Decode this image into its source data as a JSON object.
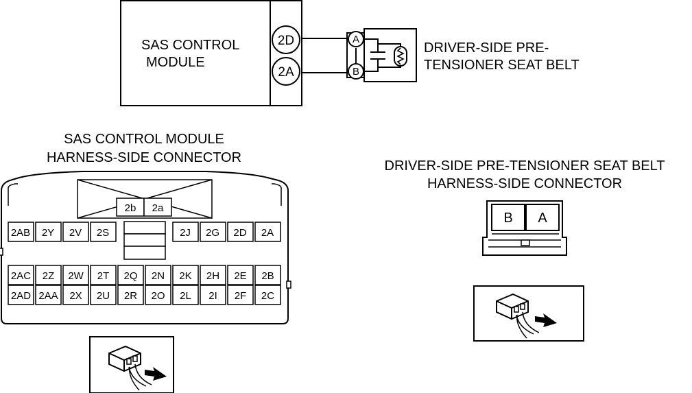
{
  "wiring": {
    "module_name_line1": "SAS CONTROL",
    "module_name_line2": "MODULE",
    "module_terminals": [
      "2D",
      "2A"
    ],
    "belt_terminals": [
      "A",
      "B"
    ],
    "belt_name_line1": "DRIVER-SIDE PRE-",
    "belt_name_line2": "TENSIONER SEAT BELT"
  },
  "module_connector": {
    "title_line1": "SAS CONTROL MODULE",
    "title_line2": "HARNESS-SIDE CONNECTOR",
    "top_pins": [
      "2b",
      "2a"
    ],
    "row1_left": [
      "2AB",
      "2Y",
      "2V",
      "2S"
    ],
    "row1_right": [
      "2J",
      "2G",
      "2D",
      "2A"
    ],
    "row2": [
      "2AC",
      "2Z",
      "2W",
      "2T",
      "2Q",
      "2N",
      "2K",
      "2H",
      "2E",
      "2B"
    ],
    "row3": [
      "2AD",
      "2AA",
      "2X",
      "2U",
      "2R",
      "2O",
      "2L",
      "2I",
      "2F",
      "2C"
    ]
  },
  "belt_connector": {
    "title_line1": "DRIVER-SIDE PRE-TENSIONER SEAT BELT",
    "title_line2": "HARNESS-SIDE CONNECTOR",
    "pins": [
      "B",
      "A"
    ]
  },
  "icons": [
    "harness-connector-view-icon",
    "harness-connector-view-icon"
  ]
}
